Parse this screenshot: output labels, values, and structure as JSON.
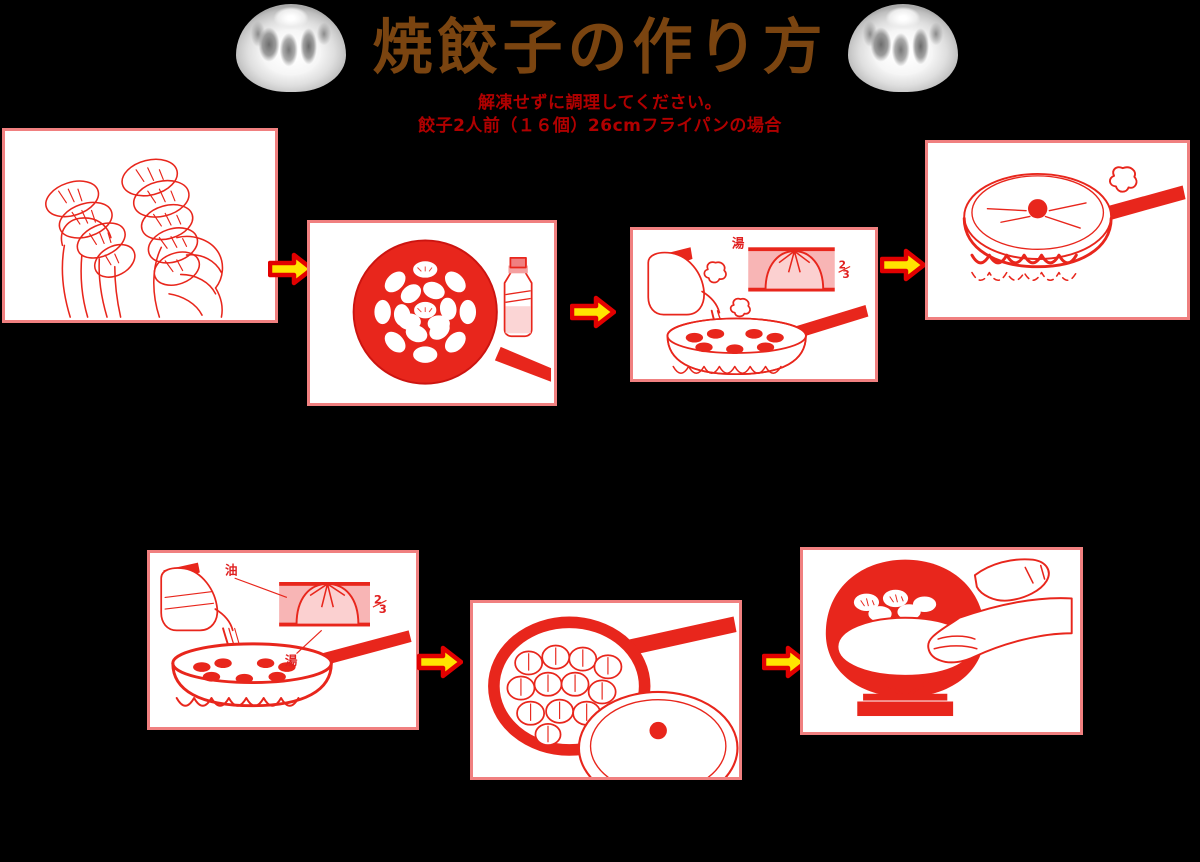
{
  "page": {
    "background_color": "#000000",
    "title": "焼餃子の作り方",
    "title_color": "#7a4410",
    "subtitle_line1": "解凍せずに調理してください。",
    "subtitle_line2": "餃子2人前（１６個）26cmフライパンの場合",
    "subtitle_color": "#b00000",
    "panel_border_color": "#f08080",
    "panel_background_color": "#ffffff",
    "illustration_color": "#e8261c",
    "arrow_fill_color": "#ffe400",
    "arrow_outline_color": "#e20000"
  },
  "header": {
    "bun_left_name": "dumpling-photo-left",
    "bun_right_name": "dumpling-photo-right"
  },
  "steps": [
    {
      "id": "step-1",
      "name": "panel-take-out-dumplings",
      "description": "両手で冷凍餃子を取り出す",
      "labels": []
    },
    {
      "id": "step-2",
      "name": "panel-arrange-in-pan",
      "description": "フライパンに餃子を並べ、油をひく",
      "labels": []
    },
    {
      "id": "step-3",
      "name": "panel-pour-hot-water",
      "description": "熱湯を注ぐ",
      "labels": [
        "湯",
        "2/3"
      ]
    },
    {
      "id": "step-4",
      "name": "panel-cover-with-lid",
      "description": "ふたをして蒸し焼きにする",
      "labels": []
    },
    {
      "id": "step-5",
      "name": "panel-add-oil",
      "description": "油を回しかける",
      "labels": [
        "油",
        "湯",
        "2/3"
      ]
    },
    {
      "id": "step-6",
      "name": "panel-remove-lid",
      "description": "ふたを外して焼き上げる",
      "labels": []
    },
    {
      "id": "step-7",
      "name": "panel-serve-on-plate",
      "description": "お皿に盛り付ける",
      "labels": []
    }
  ],
  "arrows": [
    {
      "name": "arrow-step1-to-step2",
      "direction": "right"
    },
    {
      "name": "arrow-step2-to-step3",
      "direction": "right"
    },
    {
      "name": "arrow-step3-to-step4",
      "direction": "right"
    },
    {
      "name": "arrow-step5-to-step6",
      "direction": "right"
    },
    {
      "name": "arrow-step6-to-step7",
      "direction": "right"
    }
  ],
  "inset_labels": {
    "oil": "油",
    "hot_water": "湯",
    "fraction_numerator": "2",
    "fraction_denominator": "3"
  }
}
